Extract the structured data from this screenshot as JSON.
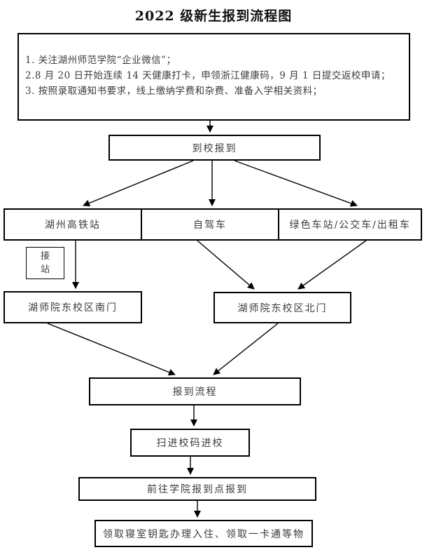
{
  "title": "2022 级新生报到流程图",
  "notes": {
    "line1": "1. 关注湖州师范学院“企业微信”；",
    "line2": "2.8 月 20 日开始连续 14 天健康打卡，申领浙江健康码，9 月 1 日提交返校申请；",
    "line3": "3. 按照录取通知书要求，线上缴纳学费和杂费、准备入学相关资料；"
  },
  "nodes": {
    "arrive": "到校报到",
    "rail_station": "湖州高铁站",
    "self_drive": "自驾车",
    "green_station": "绿色车站/公交车/出租车",
    "pickup": "接站",
    "south_gate": "湖师院东校区南门",
    "north_gate": "湖师院东校区北门",
    "register_flow": "报到流程",
    "scan_code": "扫进校码进校",
    "college_point": "前往学院报到点报到",
    "dorm_key": "领取寝室钥匙办理入住、领取一卡通等物"
  },
  "colors": {
    "line": "#000000",
    "text": "#3b3b3b",
    "background": "#ffffff"
  }
}
